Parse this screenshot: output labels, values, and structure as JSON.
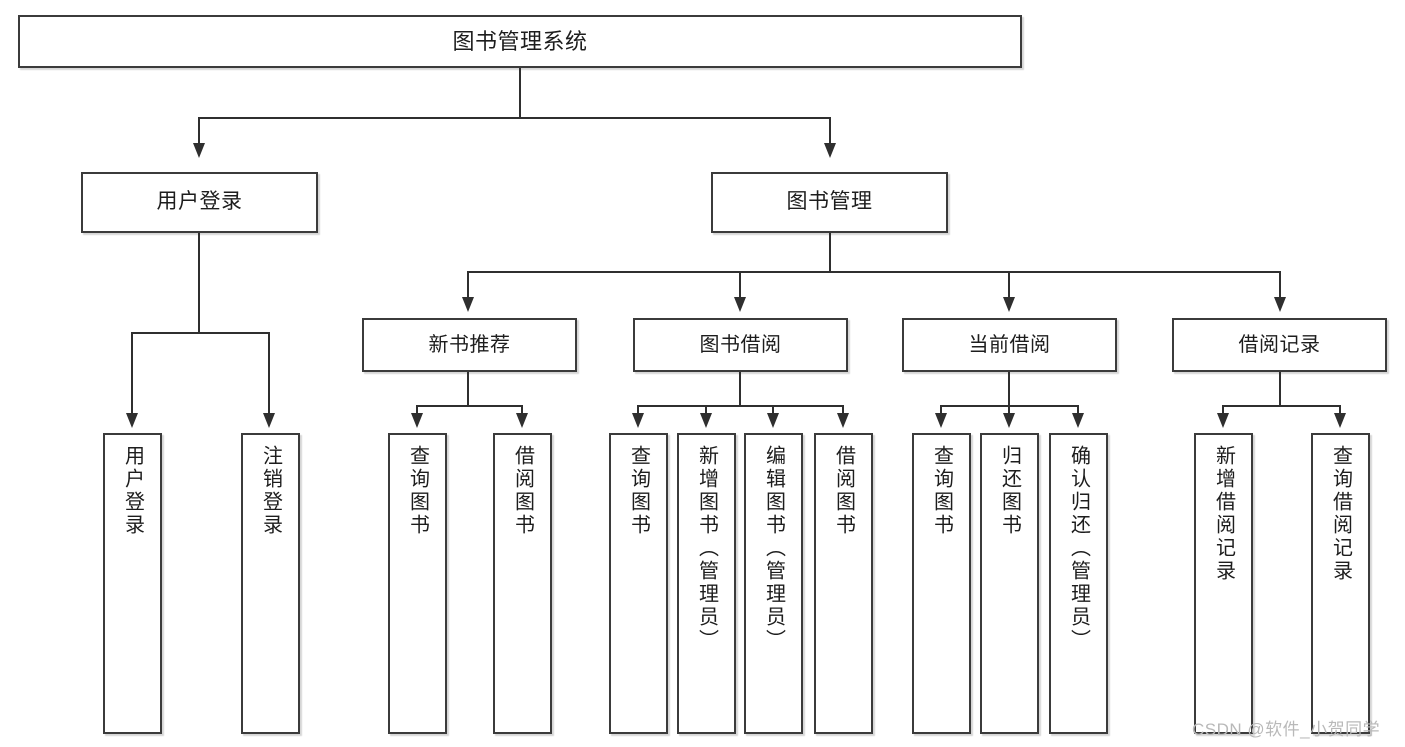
{
  "diagram": {
    "title": "图书管理系统",
    "type": "hierarchy-tree",
    "watermark": "CSDN @软件_小贺同学",
    "nodes": {
      "root": {
        "label": "图书管理系统"
      },
      "level2": [
        {
          "id": "user-login",
          "label": "用户登录"
        },
        {
          "id": "book-management",
          "label": "图书管理"
        }
      ],
      "level3": [
        {
          "id": "new-book-recommend",
          "label": "新书推荐"
        },
        {
          "id": "book-borrow",
          "label": "图书借阅"
        },
        {
          "id": "current-borrow",
          "label": "当前借阅"
        },
        {
          "id": "borrow-record",
          "label": "借阅记录"
        }
      ],
      "leaves": [
        {
          "id": "leaf-user-login",
          "label": "用户登录"
        },
        {
          "id": "leaf-logout-login",
          "label": "注销登录"
        },
        {
          "id": "leaf-query-book-1",
          "label": "查询图书"
        },
        {
          "id": "leaf-borrow-book-1",
          "label": "借阅图书"
        },
        {
          "id": "leaf-query-book-2",
          "label": "查询图书"
        },
        {
          "id": "leaf-add-book-admin",
          "label": "新增图书（管理员）"
        },
        {
          "id": "leaf-edit-book-admin",
          "label": "编辑图书（管理员）"
        },
        {
          "id": "leaf-borrow-book-2",
          "label": "借阅图书"
        },
        {
          "id": "leaf-query-book-3",
          "label": "查询图书"
        },
        {
          "id": "leaf-return-book",
          "label": "归还图书"
        },
        {
          "id": "leaf-confirm-return-admin",
          "label": "确认归还（管理员）"
        },
        {
          "id": "leaf-add-borrow-record",
          "label": "新增借阅记录"
        },
        {
          "id": "leaf-query-borrow-record",
          "label": "查询借阅记录"
        }
      ]
    },
    "colors": {
      "stroke": "#3b3b3b",
      "connector": "#2f2f2f",
      "background": "#ffffff",
      "text": "#1d1d1d",
      "watermark": "#b9b9b9"
    }
  }
}
